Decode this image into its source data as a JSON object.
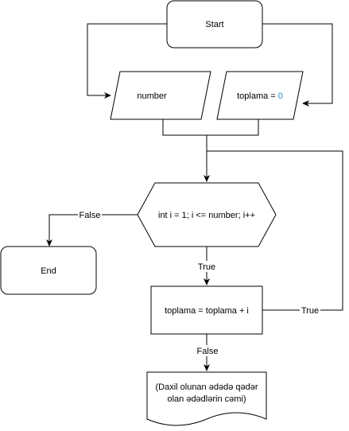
{
  "nodes": {
    "start": {
      "label": "Start"
    },
    "input_number": {
      "label": "number"
    },
    "input_toplama": {
      "label": "toplama = ",
      "value": "0",
      "value_color": "#1a8fd0"
    },
    "loop_condition": {
      "label": "int i = 1; i <= number; i++"
    },
    "end": {
      "label": "End"
    },
    "process": {
      "label": "toplama = toplama + i"
    },
    "output_document": {
      "line1": "(Daxil olunan ədədə qədər",
      "line2": "olan ədədlərin cəmi)"
    }
  },
  "edges": {
    "cond_to_end": {
      "label": "False"
    },
    "cond_to_process": {
      "label": "True"
    },
    "process_loop_back": {
      "label": "True"
    },
    "process_to_output": {
      "label": "False"
    }
  }
}
